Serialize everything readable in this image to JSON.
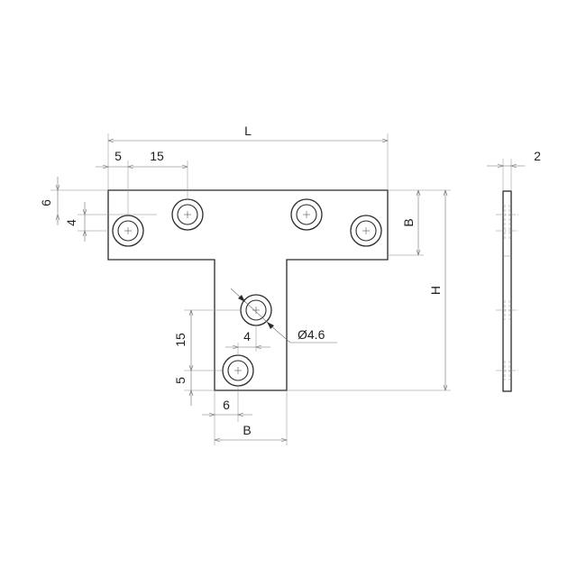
{
  "drawing": {
    "dimensions": {
      "length": "L",
      "height": "H",
      "width_top": "B",
      "width_bottom": "B",
      "thickness": "2",
      "edge_offset_x": "5",
      "hole_pitch_x": "15",
      "top_edge": "6",
      "hole_offset_y": "4",
      "vertical_pitch": "15",
      "bottom_edge": "5",
      "bottom_offset_x": "6",
      "hole_inner_dia_offset": "4",
      "hole_diameter": "Ø4.6"
    }
  }
}
